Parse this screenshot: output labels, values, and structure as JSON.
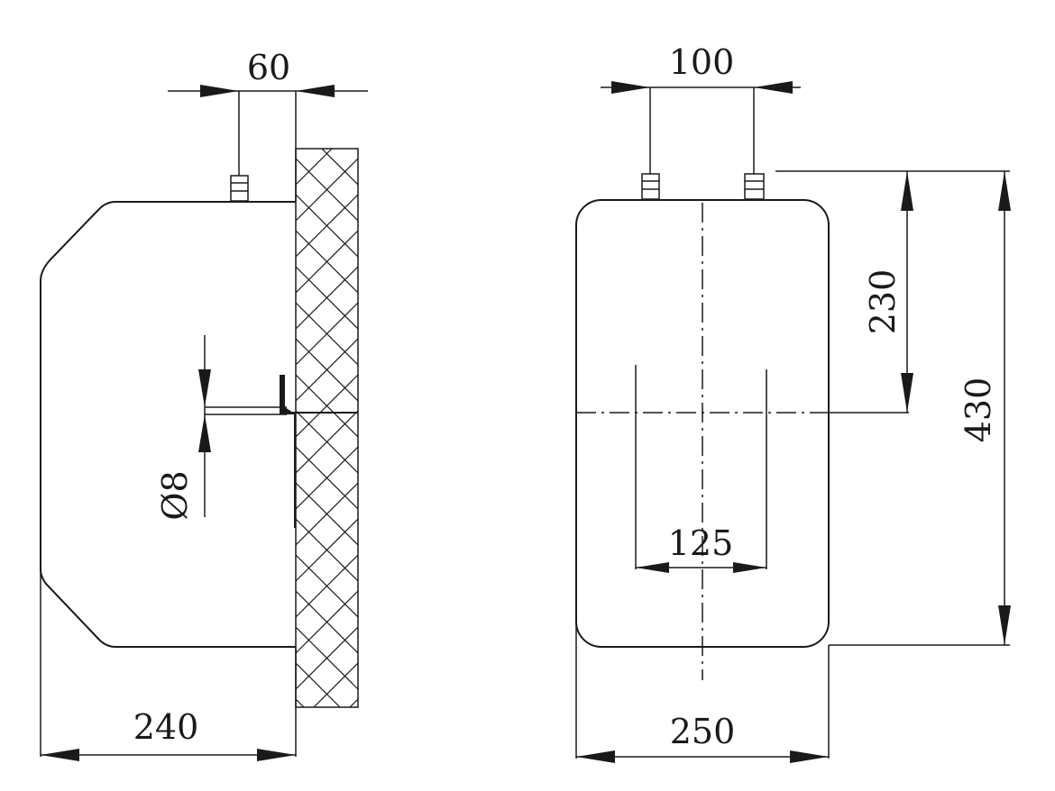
{
  "side_view": {
    "dim_top": "60",
    "dim_bottom": "240",
    "dim_diameter": "Ø8"
  },
  "front_view": {
    "dim_top": "100",
    "dim_inner": "125",
    "dim_bottom": "250",
    "dim_height_center": "230",
    "dim_height_total": "430"
  }
}
